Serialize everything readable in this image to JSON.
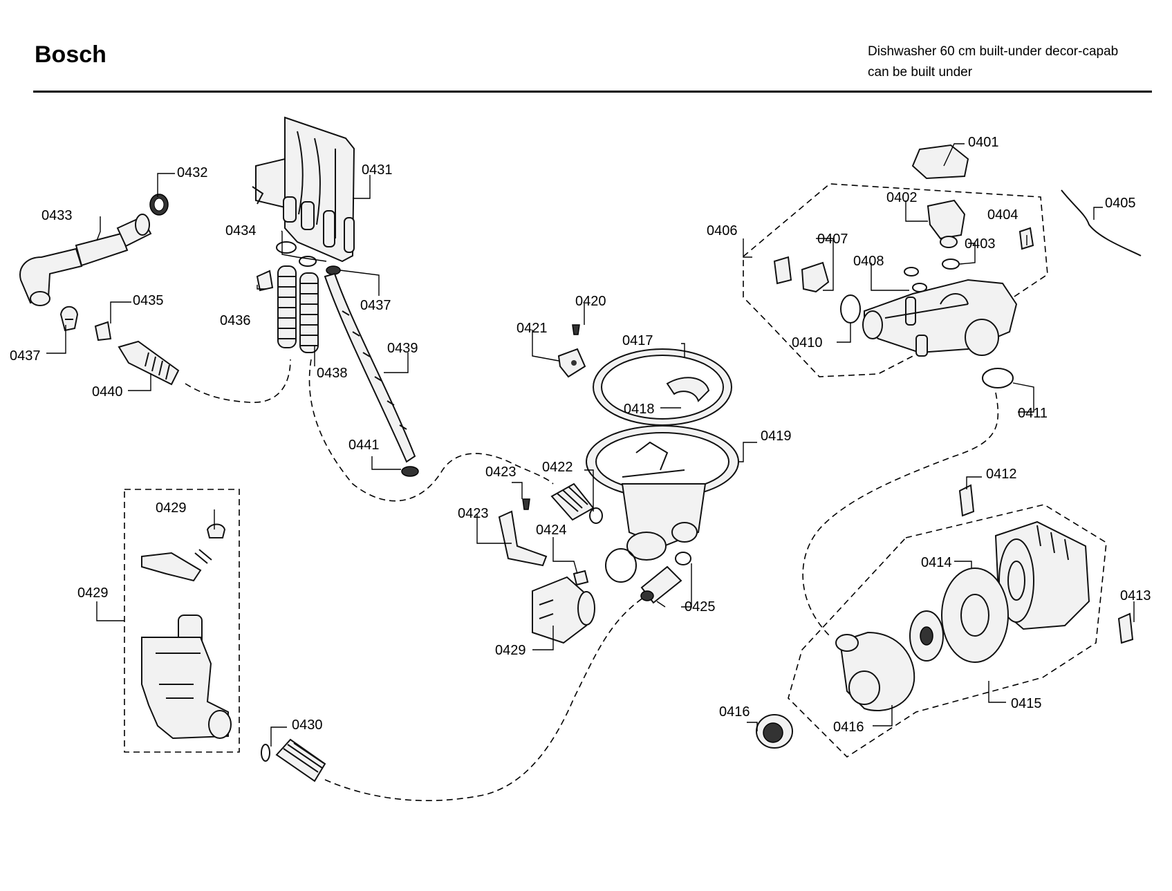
{
  "header": {
    "brand": "Bosch",
    "description_line1": "Dishwasher 60 cm built-under decor-capab",
    "description_line2": "can be built under"
  },
  "callouts": [
    "0401",
    "0402",
    "0403",
    "0404",
    "0405",
    "0406",
    "0407",
    "0408",
    "0410",
    "0411",
    "0412",
    "0413",
    "0414",
    "0415",
    "0416",
    "0416",
    "0417",
    "0418",
    "0419",
    "0420",
    "0421",
    "0422",
    "0423",
    "0423",
    "0424",
    "0425",
    "0429",
    "0429",
    "0429",
    "0430",
    "0431",
    "0432",
    "0433",
    "0434",
    "0435",
    "0436",
    "0437",
    "0437",
    "0438",
    "0439",
    "0440",
    "0441"
  ]
}
